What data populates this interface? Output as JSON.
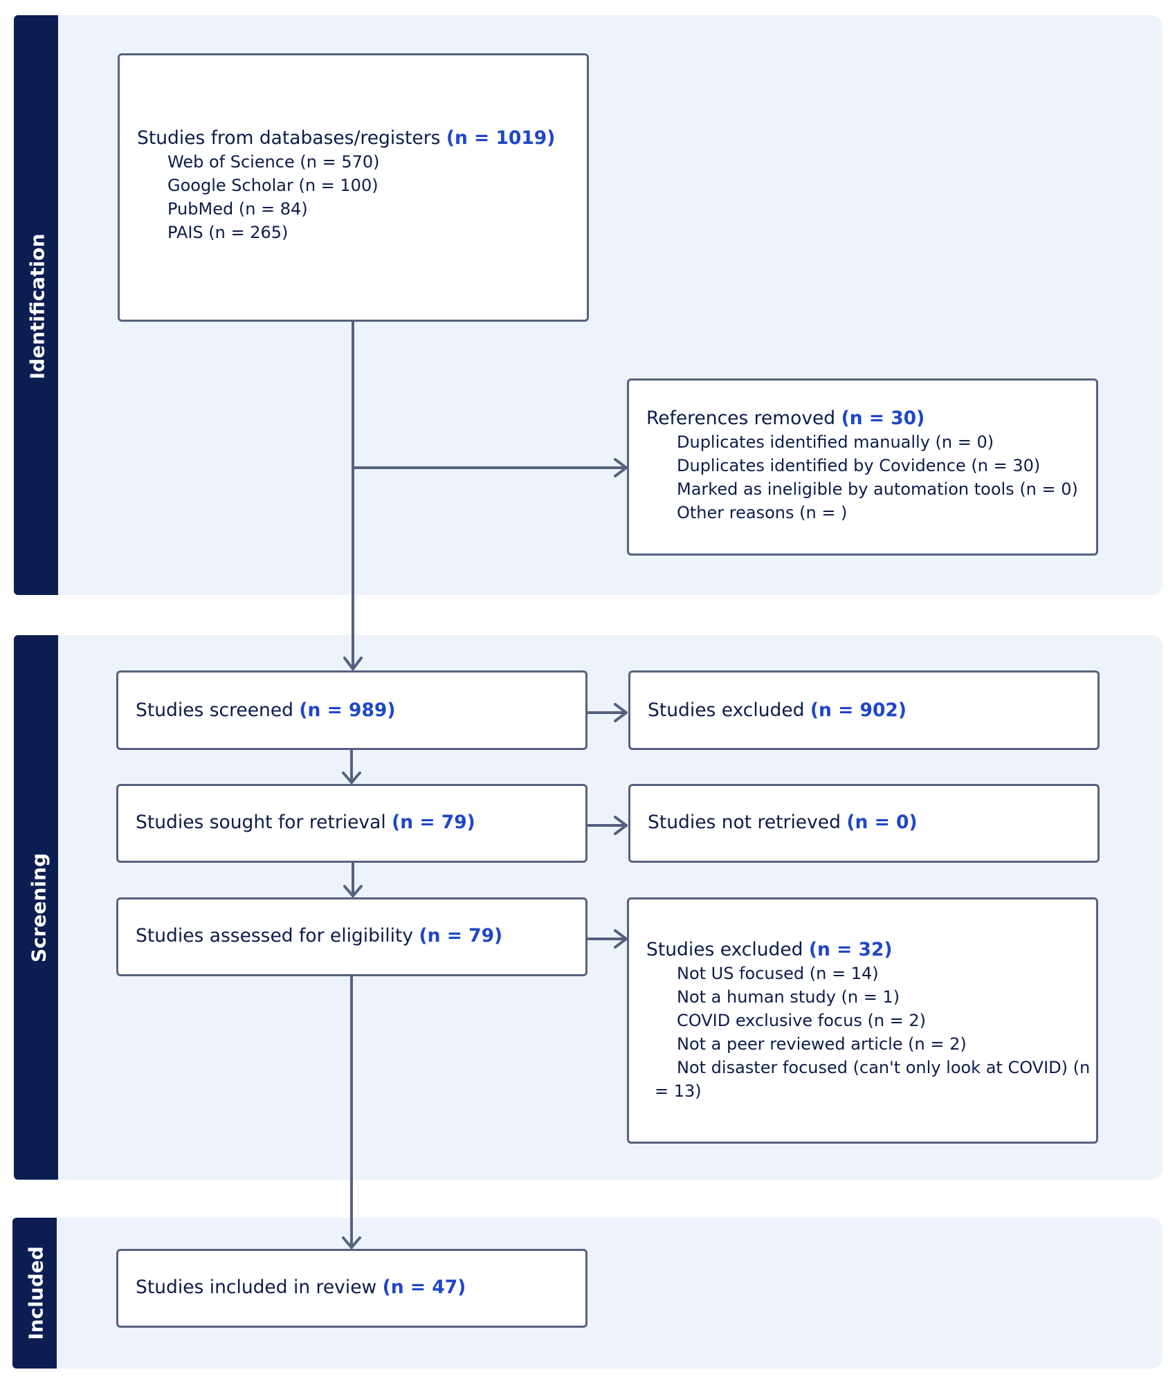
{
  "stages": {
    "identification": "Identification",
    "screening": "Screening",
    "included": "Included"
  },
  "identification": {
    "sources": {
      "title": "Studies from databases/registers",
      "count": "(n = 1019)",
      "items": [
        "Web of Science (n = 570)",
        "Google Scholar (n = 100)",
        "PubMed (n = 84)",
        "PAIS (n = 265)"
      ]
    },
    "removed": {
      "title": "References removed",
      "count": "(n = 30)",
      "items": [
        "Duplicates identified manually (n = 0)",
        "Duplicates identified by Covidence (n = 30)",
        "Marked as ineligible by automation tools (n = 0)",
        "Other reasons (n = )"
      ]
    }
  },
  "screening": {
    "screened": {
      "title": "Studies screened",
      "count": "(n = 989)"
    },
    "excluded": {
      "title": "Studies excluded",
      "count": "(n = 902)"
    },
    "sought": {
      "title": "Studies sought for retrieval",
      "count": "(n = 79)"
    },
    "not_retrieved": {
      "title": "Studies not retrieved",
      "count": "(n = 0)"
    },
    "assessed": {
      "title": "Studies assessed for eligibility",
      "count": "(n = 79)"
    },
    "excluded_reasons": {
      "title": "Studies excluded",
      "count": "(n = 32)",
      "items": [
        "Not US focused (n = 14)",
        "Not a human study (n = 1)",
        "COVID exclusive focus (n = 2)",
        "Not a peer reviewed article (n = 2)"
      ],
      "last_item_line1": "Not disaster focused (can't only look at COVID) (n",
      "last_item_line2": "= 13)"
    }
  },
  "included": {
    "included": {
      "title": "Studies included in review",
      "count": "(n = 47)"
    }
  },
  "colors": {
    "stage_bar": "#0c1d52",
    "section_bg": "#eef3fb",
    "box_border": "#56617f",
    "count_text": "#1e46c8",
    "arrow": "#56617f"
  }
}
